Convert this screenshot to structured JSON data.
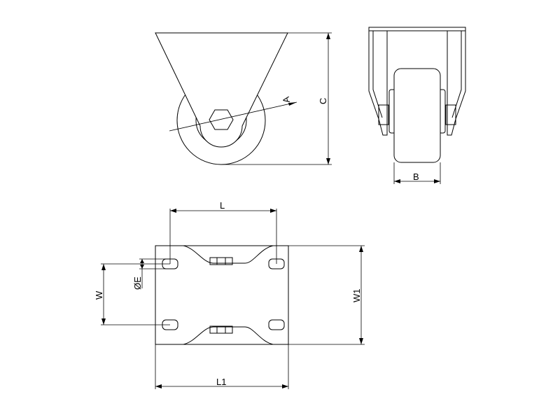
{
  "drawing": {
    "labels": {
      "A": "A",
      "B": "B",
      "C": "C",
      "L": "L",
      "L1": "L1",
      "W": "W",
      "W1": "W1",
      "E": "ØE"
    },
    "line_color": "#000000",
    "background": "#ffffff"
  }
}
